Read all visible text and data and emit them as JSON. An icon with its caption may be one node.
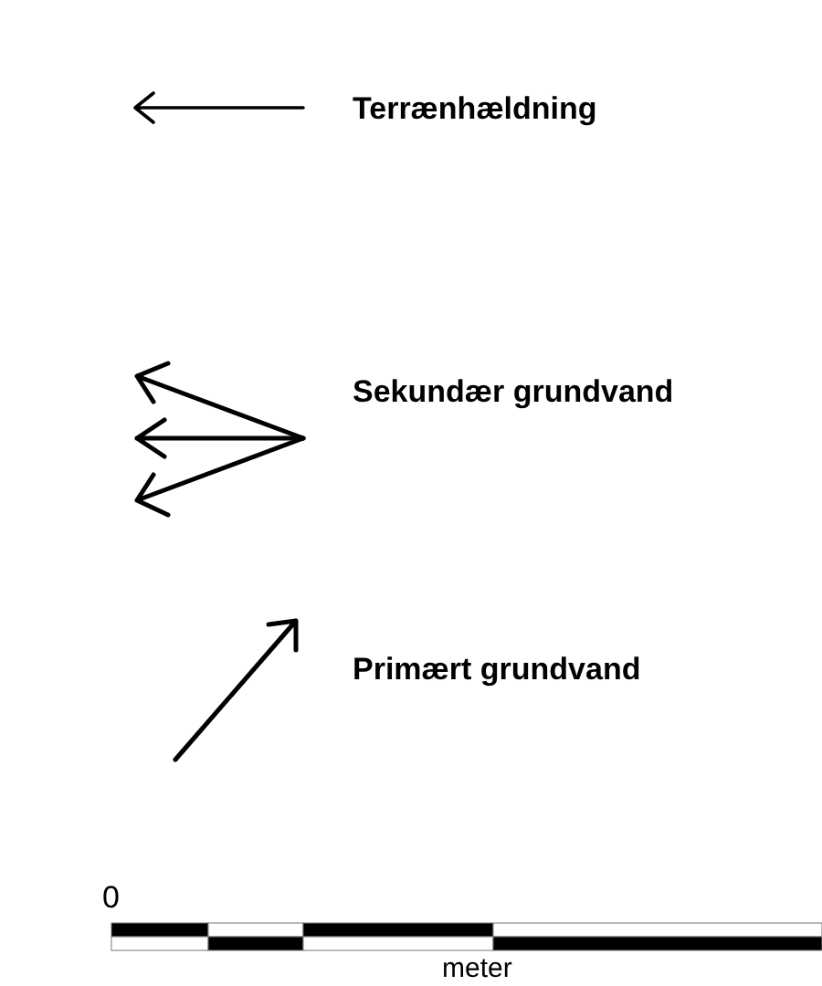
{
  "diagram": {
    "labels": [
      "0",
      "meter"
    ],
    "legend": [
      {
        "text": "Terrænhældning"
      },
      {
        "text": "Sekundær grundvand"
      },
      {
        "text": "Primært grundvand"
      }
    ]
  }
}
